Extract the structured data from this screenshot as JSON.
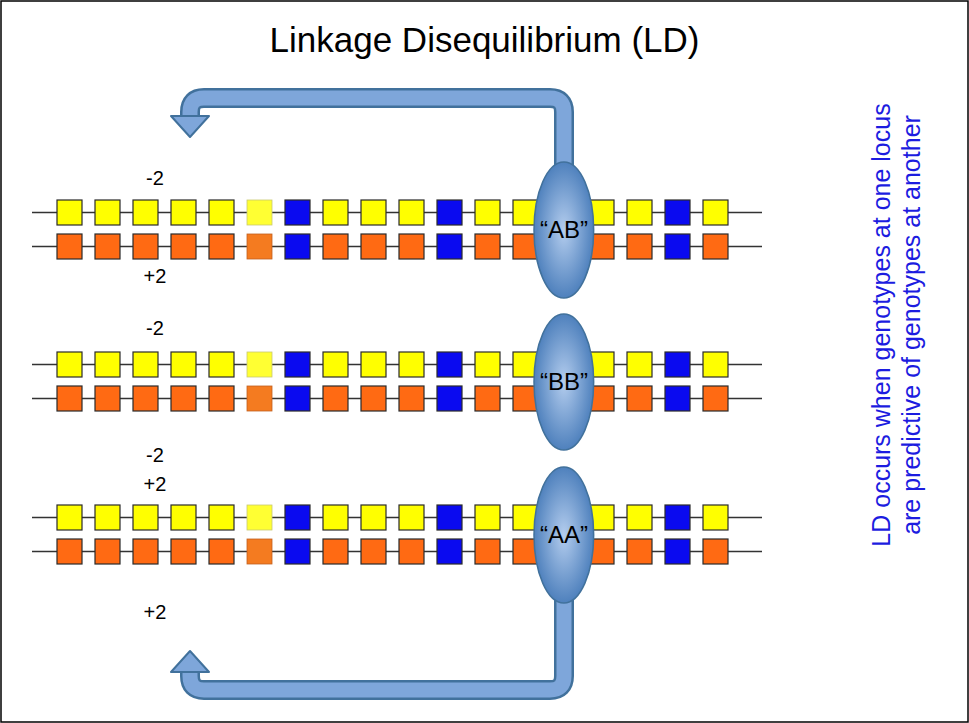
{
  "diagram": {
    "title": "Linkage Disequilibrium (LD)",
    "nodes": [
      {
        "text": [
          "“AB”"
        ]
      },
      {
        "text": [
          "“BB”"
        ]
      },
      {
        "text": [
          "“AA”"
        ]
      }
    ],
    "labels": [
      "-2",
      "+2",
      "-2",
      "-2",
      "+2",
      "+2",
      "LD occurs when genotypes at one locus are predictive of genotypes at another"
    ]
  }
}
